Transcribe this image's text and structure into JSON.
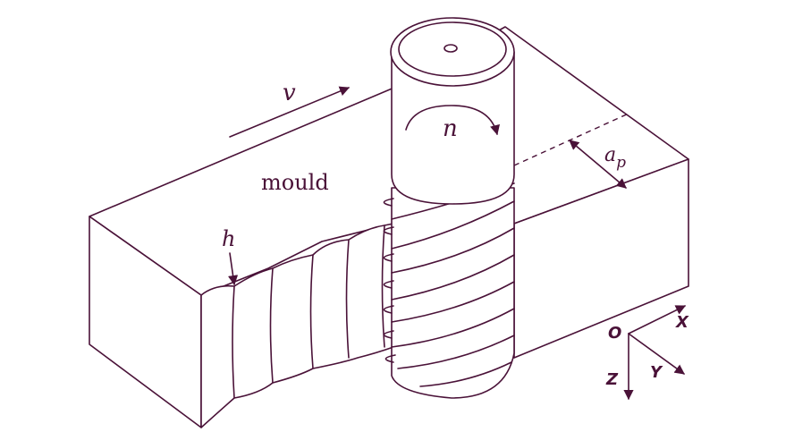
{
  "labels": {
    "velocity": "v",
    "rotation": "n",
    "workpiece": "mould",
    "scallop": "h",
    "depth_symbol": "a",
    "depth_sub": "p"
  },
  "axes": {
    "origin": "O",
    "x": "X",
    "y": "Y",
    "z": "Z"
  },
  "colors": {
    "line": "#4a1238",
    "background": "#ffffff"
  }
}
